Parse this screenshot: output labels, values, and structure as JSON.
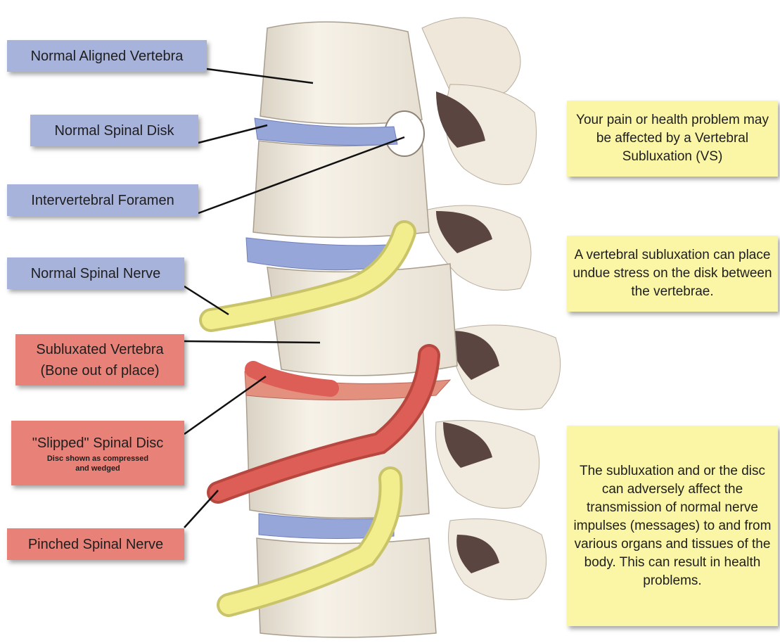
{
  "labels": {
    "normal_vertebra": "Normal Aligned Vertebra",
    "normal_disk": "Normal Spinal Disk",
    "foramen": "Intervertebral Foramen",
    "normal_nerve": "Normal Spinal Nerve",
    "subluxated_line1": "Subluxated Vertebra",
    "subluxated_line2": "(Bone out of place)",
    "slipped_title": "\"Slipped\" Spinal Disc",
    "slipped_sub1": "Disc shown as compressed",
    "slipped_sub2": "and wedged",
    "pinched_nerve": "Pinched Spinal Nerve"
  },
  "notes": {
    "note1": "Your pain or health problem may be affected by a Vertebral Subluxation (VS)",
    "note2": "A vertebral subluxation can place undue stress on the disk between the vertebrae.",
    "note3": "The subluxation and or the disc can adversely affect the transmission of normal nerve impulses (messages) to and from various organs and tissues of the body. This can result in health problems."
  },
  "colors": {
    "normal_label": "#a8b3dc",
    "problem_label": "#e88278",
    "note_background": "#fbf6a6",
    "bone": "#f2ece0",
    "bone_shadow": "#5a4540",
    "disk": "#97a6d9",
    "nerve_normal": "#f2ee8e",
    "nerve_pinched": "#dd5e57"
  }
}
